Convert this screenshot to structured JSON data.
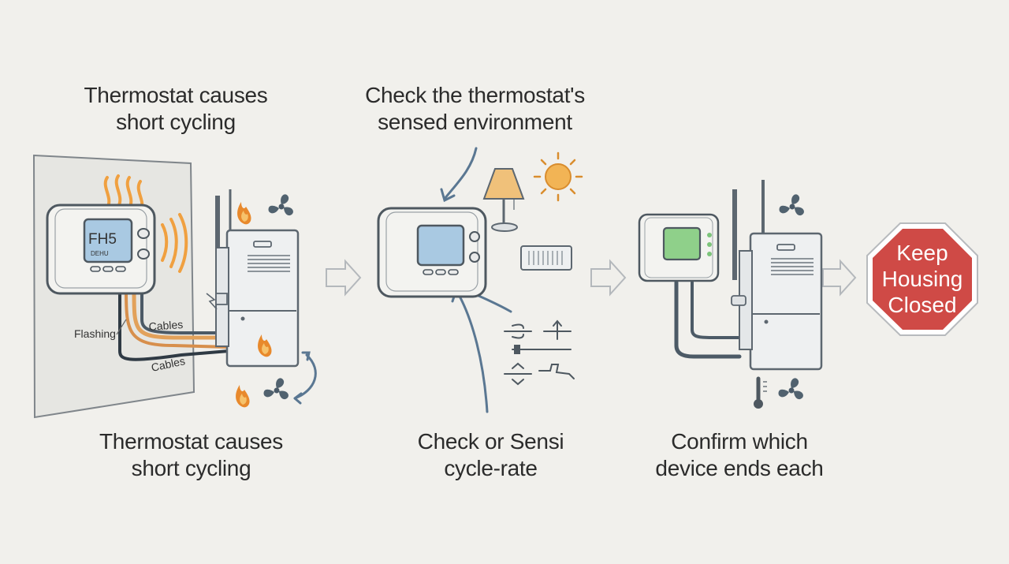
{
  "steps": [
    {
      "top_caption": [
        "Thermostat causes",
        "short cycling"
      ],
      "bottom_caption": [
        "Thermostat causes",
        "short cycling"
      ]
    },
    {
      "top_caption": [
        "Check the thermostat's",
        "sensed environment"
      ],
      "bottom_caption": [
        "Check or Sensi",
        "cycle-rate"
      ]
    },
    {
      "top_caption": [],
      "bottom_caption": [
        "Confirm which",
        "device ends each"
      ]
    }
  ],
  "thermostat_display": {
    "main": "FH5",
    "sub": "DEHU"
  },
  "wire_labels": {
    "flashing": "Flashing",
    "cables_top": "Cables",
    "cables_bottom": "Cables"
  },
  "stop_sign": {
    "lines": [
      "Keep",
      "Housing",
      "Closed"
    ],
    "color": "#cf4a46"
  },
  "colors": {
    "flame": "#e8892c",
    "heat_wave": "#f0a040",
    "screen_blue": "#a9c9e2",
    "screen_green": "#8fd08a",
    "arrow": "#5a7792"
  }
}
